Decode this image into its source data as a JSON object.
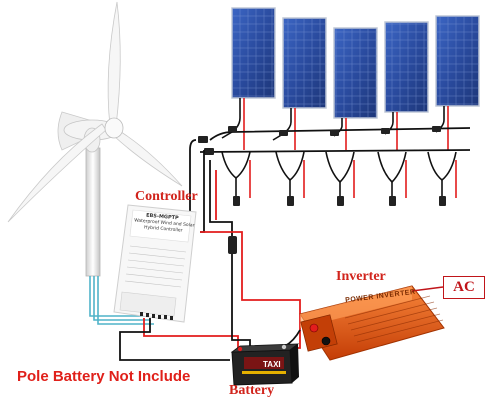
{
  "labels": {
    "controller": "Controller",
    "inverter": "Inverter",
    "battery": "Battery",
    "ac": "AC",
    "pole_note": "Pole Battery Not Include"
  },
  "controller_unit": {
    "model": "EBS-MGPTP",
    "title_line1": "Waterproof Wind and Solar",
    "title_line2": "Hybrid Controller"
  },
  "inverter_unit": {
    "brand": "POWER INVERTER"
  },
  "battery_unit": {
    "brand": "TAXI"
  },
  "colors": {
    "label_red": "#d1241c",
    "wire_red": "#e31d1d",
    "wire_black": "#111111",
    "wire_teal": "#4fb3c9",
    "panel_blue": "#2b4ea6",
    "inverter_orange": "#e8560f",
    "turbine_white": "#f2f2f2"
  },
  "icons": [
    "wind-turbine-icon",
    "solar-panel-icon",
    "controller-icon",
    "inverter-icon",
    "battery-icon"
  ]
}
